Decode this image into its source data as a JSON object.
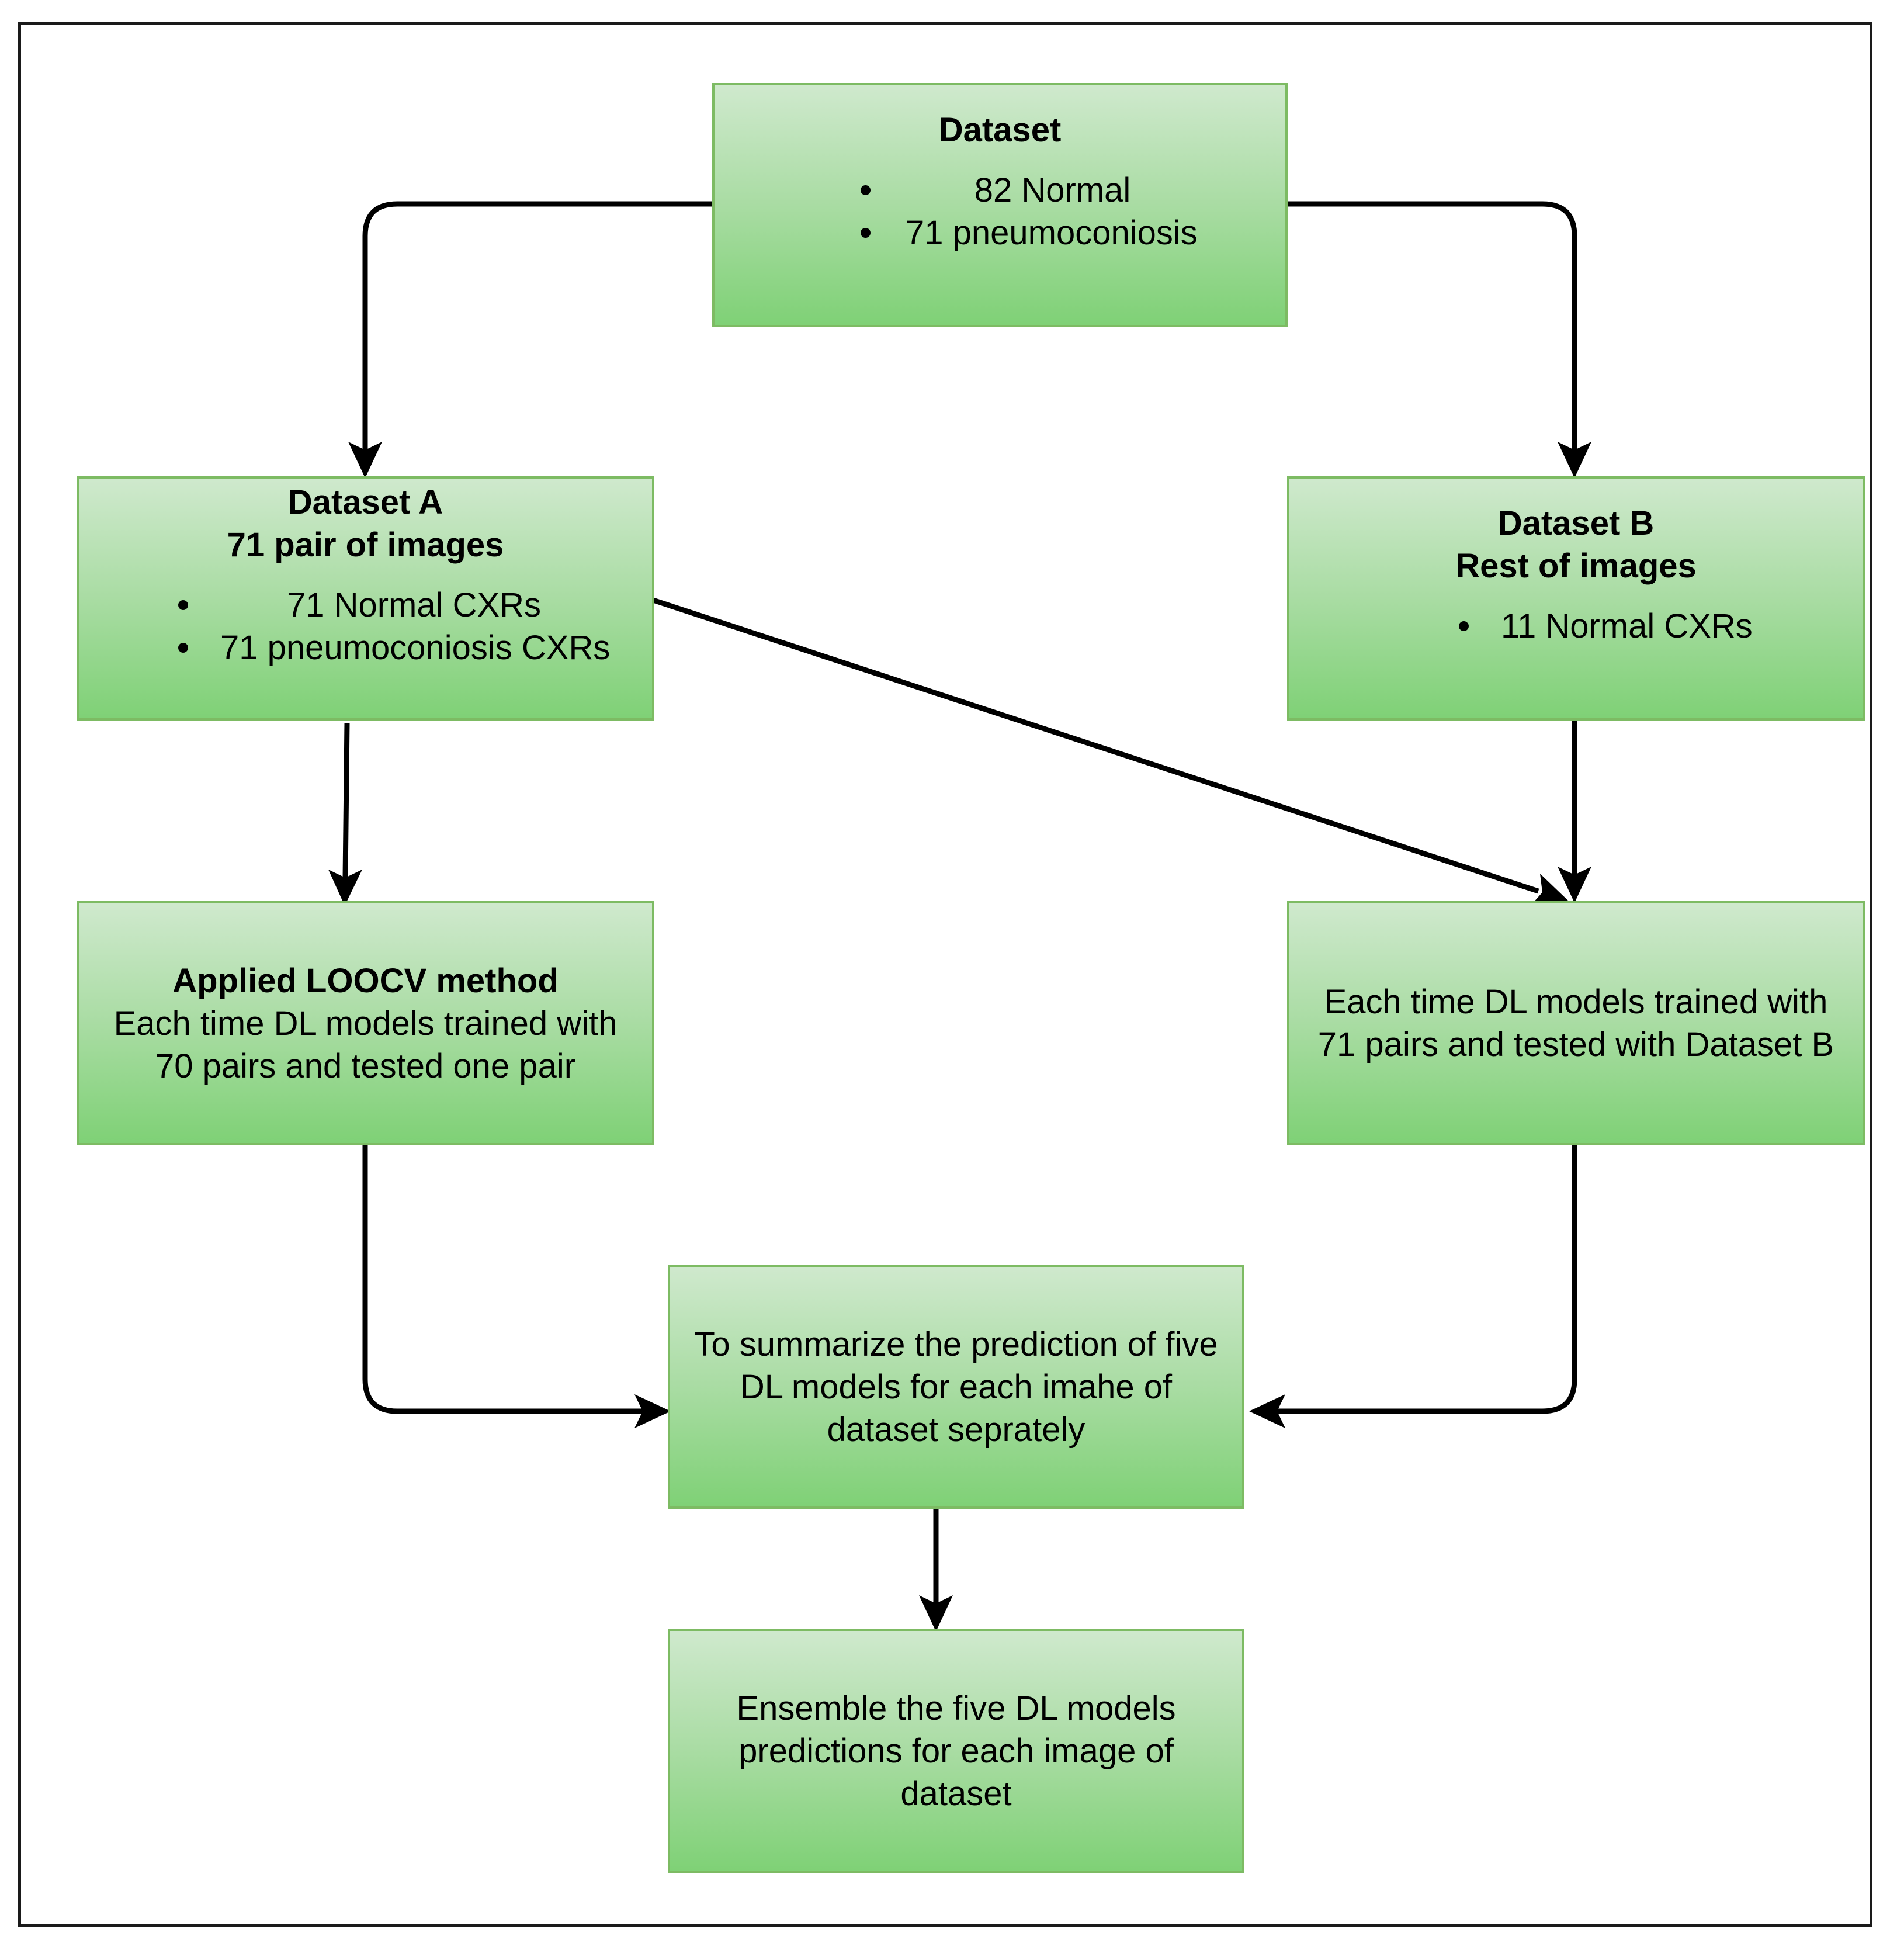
{
  "dataset": {
    "title": "Dataset",
    "items": [
      "82 Normal",
      "71 pneumoconiosis"
    ]
  },
  "dataset_a": {
    "title_line1": "Dataset A",
    "title_line2": "71 pair of images",
    "items": [
      "71 Normal CXRs",
      "71 pneumoconiosis CXRs"
    ]
  },
  "dataset_b": {
    "title_line1": "Dataset B",
    "title_line2": "Rest of images",
    "items": [
      "11 Normal CXRs"
    ]
  },
  "loocv": {
    "title": "Applied LOOCV method",
    "line1": "Each time DL models trained with",
    "line2": "70 pairs and tested one pair"
  },
  "train_b": {
    "line1": "Each time DL models trained with",
    "line2": "71 pairs and tested with Dataset B"
  },
  "summarize": {
    "line1": "To summarize the prediction of five",
    "line2": "DL models for each imahe of",
    "line3": "dataset seprately"
  },
  "ensemble": {
    "line1": "Ensemble the five DL models",
    "line2": "predictions for each image of",
    "line3": "dataset"
  }
}
